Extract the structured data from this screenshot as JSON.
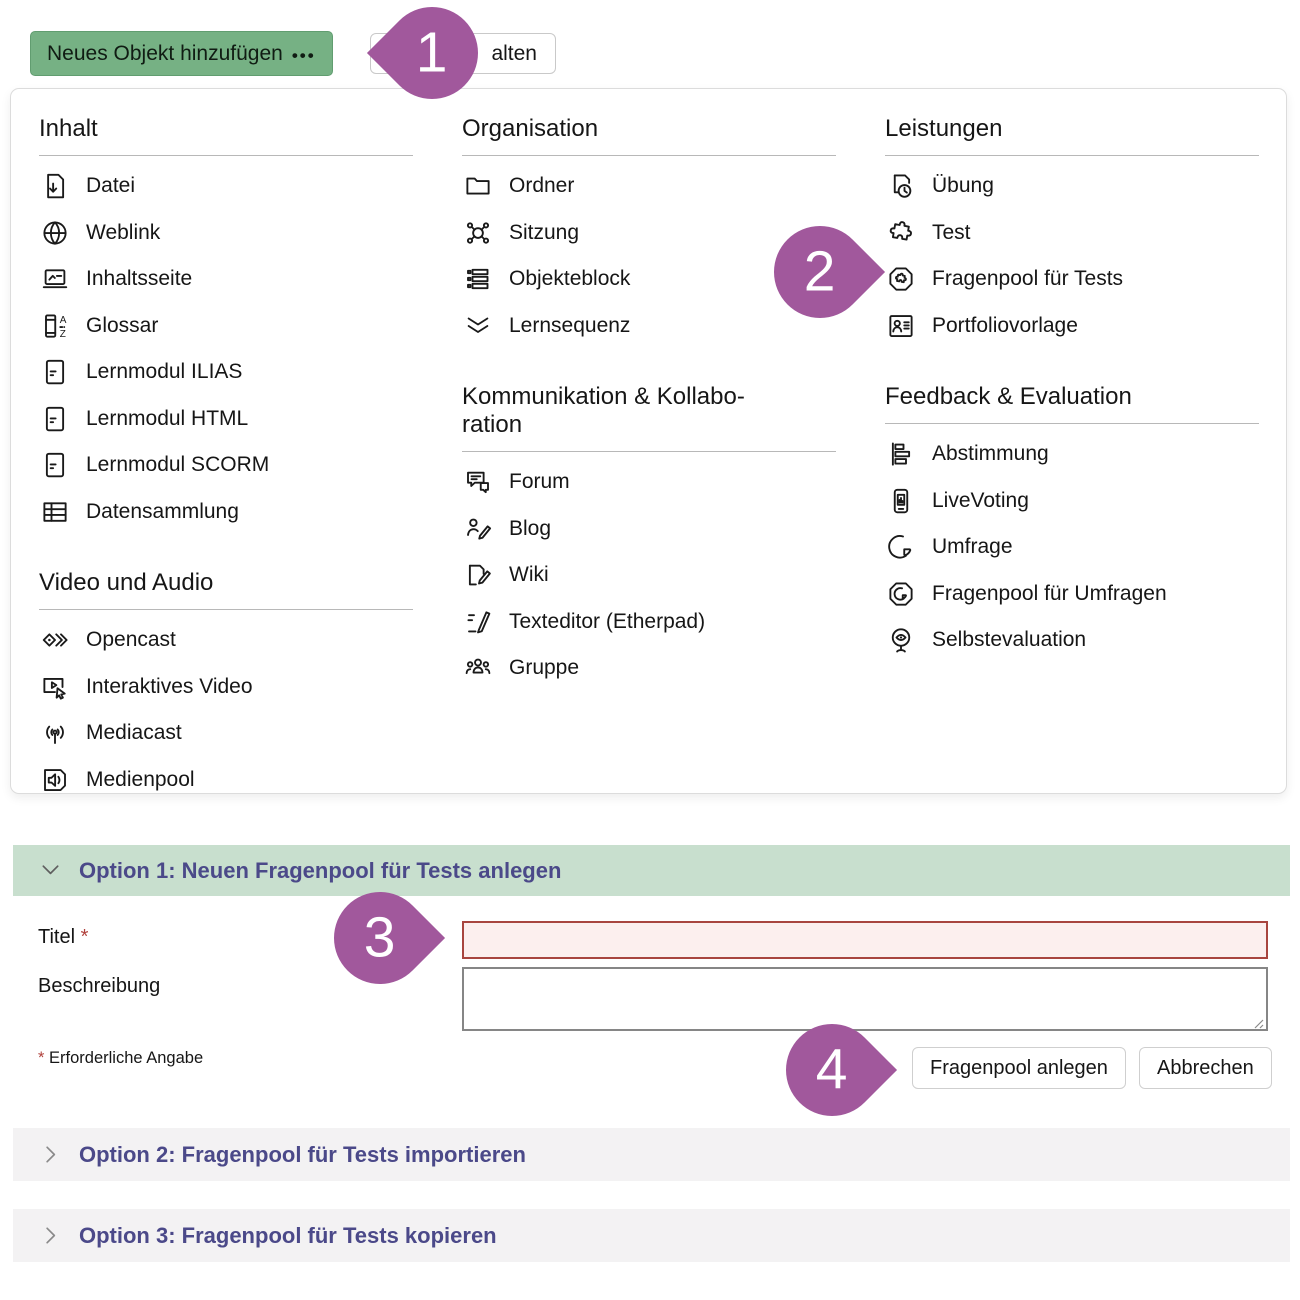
{
  "toolbar": {
    "add_object_button": {
      "label": "Neues Objekt hinzufügen",
      "dots": "•••"
    },
    "secondary_button_visible_text": "alten"
  },
  "markers": [
    {
      "number": "1",
      "direction": "left"
    },
    {
      "number": "2",
      "direction": "right"
    },
    {
      "number": "3",
      "direction": "right"
    },
    {
      "number": "4",
      "direction": "right"
    }
  ],
  "menu": {
    "columns": [
      {
        "groups": [
          {
            "title": "Inhalt",
            "items": [
              {
                "icon": "file-download-icon",
                "label": "Datei"
              },
              {
                "icon": "globe-icon",
                "label": "Weblink"
              },
              {
                "icon": "content-page-icon",
                "label": "Inhaltsseite"
              },
              {
                "icon": "glossary-icon",
                "label": "Glossar"
              },
              {
                "icon": "learning-module-icon",
                "label": "Lernmodul ILIAS"
              },
              {
                "icon": "learning-module-icon",
                "label": "Lernmodul HTML"
              },
              {
                "icon": "learning-module-icon",
                "label": "Lernmodul SCORM"
              },
              {
                "icon": "data-table-icon",
                "label": "Datensammlung"
              }
            ]
          },
          {
            "title": "Video und Audio",
            "items": [
              {
                "icon": "opencast-icon",
                "label": "Opencast"
              },
              {
                "icon": "interactive-video-icon",
                "label": "Interaktives Video"
              },
              {
                "icon": "broadcast-icon",
                "label": "Mediacast"
              },
              {
                "icon": "speaker-icon",
                "label": "Medienpool"
              }
            ]
          }
        ]
      },
      {
        "groups": [
          {
            "title": "Organisation",
            "items": [
              {
                "icon": "folder-icon",
                "label": "Ordner"
              },
              {
                "icon": "session-icon",
                "label": "Sitzung"
              },
              {
                "icon": "item-block-icon",
                "label": "Objekteblock"
              },
              {
                "icon": "sequence-icon",
                "label": "Lernsequenz"
              }
            ]
          },
          {
            "title": "Kommunikation & Kollabo­ration",
            "items": [
              {
                "icon": "forum-icon",
                "label": "Forum"
              },
              {
                "icon": "blog-icon",
                "label": "Blog"
              },
              {
                "icon": "wiki-icon",
                "label": "Wiki"
              },
              {
                "icon": "etherpad-icon",
                "label": "Texteditor (Etherpad)"
              },
              {
                "icon": "group-icon",
                "label": "Gruppe"
              }
            ]
          }
        ]
      },
      {
        "groups": [
          {
            "title": "Leistungen",
            "items": [
              {
                "icon": "exercise-icon",
                "label": "Übung"
              },
              {
                "icon": "puzzle-icon",
                "label": "Test"
              },
              {
                "icon": "question-pool-icon",
                "label": "Fragenpool für Tests"
              },
              {
                "icon": "portfolio-icon",
                "label": "Portfoliovorlage"
              }
            ]
          },
          {
            "title": "Feedback & Evaluation",
            "items": [
              {
                "icon": "poll-icon",
                "label": "Abstimmung"
              },
              {
                "icon": "livevoting-icon",
                "label": "LiveVoting"
              },
              {
                "icon": "survey-icon",
                "label": "Umfrage"
              },
              {
                "icon": "survey-pool-icon",
                "label": "Fragenpool für Umfragen"
              },
              {
                "icon": "self-evaluation-icon",
                "label": "Selbstevaluation"
              }
            ]
          }
        ]
      }
    ]
  },
  "form": {
    "option1_title": "Option 1: Neuen Fragenpool für Tests anlegen",
    "title_label": "Titel",
    "required_mark": "*",
    "title_value": "",
    "description_label": "Beschreibung",
    "description_value": "",
    "required_note": "Erforderliche Angabe",
    "submit_label": "Fragenpool anlegen",
    "cancel_label": "Abbrechen",
    "option2_title": "Option 2: Fragenpool für Tests importieren",
    "option3_title": "Option 3: Fragenpool für Tests kopieren"
  },
  "colors": {
    "accent_green": "#76b184",
    "option_open_bg": "#c8dfce",
    "option_title_text": "#4b4989",
    "option_collapsed_bg": "#f3f2f3",
    "marker_purple": "#a1589c",
    "required_red": "#b0413c",
    "error_field_bg": "#fcefee",
    "error_field_border": "#a8453f"
  }
}
